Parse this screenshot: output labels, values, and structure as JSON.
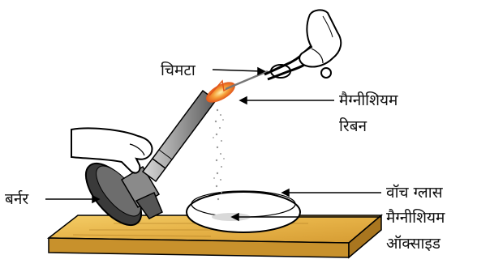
{
  "labels": {
    "tongs": "चिमटा",
    "ribbon_line1": "मैग्नीशियम",
    "ribbon_line2": "रिबन",
    "burner": "बर्नर",
    "watch_glass": "वॉच ग्लास",
    "oxide_line1": "मैग्नीशियम",
    "oxide_line2": "ऑक्साइड"
  },
  "icons": {
    "burner": "bunsen-burner-icon",
    "tongs": "tongs-icon",
    "watch_glass": "watch-glass-icon",
    "table": "table-icon"
  },
  "colors": {
    "table_top": "#e9b84a",
    "table_edge": "#b8862a",
    "flame": "#f07a20",
    "outline": "#000000"
  }
}
